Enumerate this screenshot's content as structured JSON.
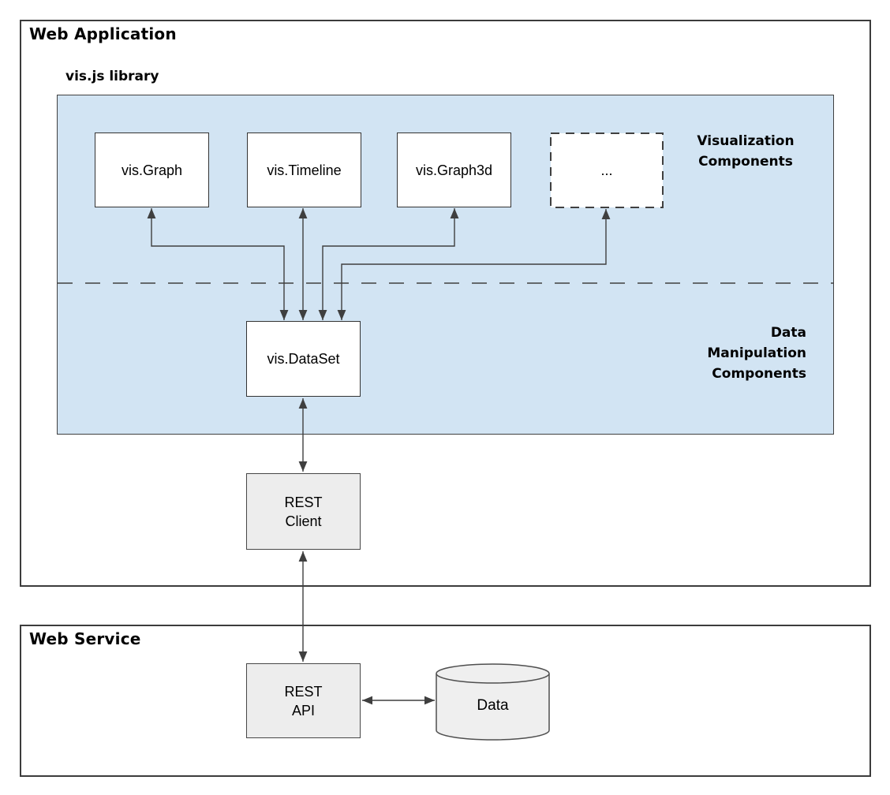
{
  "colors": {
    "panel_blue": "#d2e4f3",
    "box_fill_white": "#ffffff",
    "box_fill_gray": "#ededed",
    "cylinder_fill": "#efefef",
    "line_dark": "#404040",
    "text": "#000000"
  },
  "web_application": {
    "title": "Web Application",
    "library_label": "vis.js library",
    "section_labels": {
      "visualization": "Visualization\nComponents",
      "data_manipulation": "Data\nManipulation\nComponents"
    },
    "components": {
      "graph": "vis.Graph",
      "timeline": "vis.Timeline",
      "graph3d": "vis.Graph3d",
      "more": "...",
      "dataset": "vis.DataSet",
      "rest_client": "REST\nClient"
    }
  },
  "web_service": {
    "title": "Web Service",
    "components": {
      "rest_api": "REST\nAPI",
      "data_store": "Data"
    }
  }
}
